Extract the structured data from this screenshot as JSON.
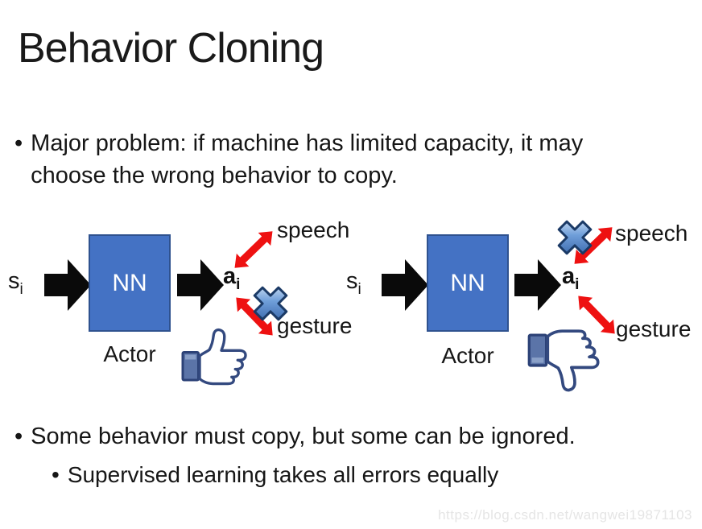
{
  "slide": {
    "title": "Behavior Cloning",
    "bullet_char": "•",
    "bullet1": "Major problem: if machine has limited capacity, it may choose the wrong behavior to copy.",
    "bullet2": "Some behavior must copy, but some can be ignored.",
    "sub_bullet": "Supervised learning takes all errors equally",
    "watermark": "https://blog.csdn.net/wangwei19871103"
  },
  "diagrams": [
    {
      "state": {
        "base": "s",
        "sub": "i"
      },
      "nn_label": "NN",
      "actor_label": "Actor",
      "action": {
        "base": "a",
        "sub": "i"
      },
      "outputs": [
        {
          "label": "speech",
          "crossed": false
        },
        {
          "label": "gesture",
          "crossed": true
        }
      ],
      "verdict": "thumbs-up"
    },
    {
      "state": {
        "base": "s",
        "sub": "i"
      },
      "nn_label": "NN",
      "actor_label": "Actor",
      "action": {
        "base": "a",
        "sub": "i"
      },
      "outputs": [
        {
          "label": "speech",
          "crossed": true
        },
        {
          "label": "gesture",
          "crossed": false
        }
      ],
      "verdict": "thumbs-down"
    }
  ],
  "icons": {
    "block_arrow": "right-block-arrow",
    "double_arrow": "red-double-arrow",
    "cross": "blue-cross-x",
    "thumbs_up": "facebook-like-thumb",
    "thumbs_down": "facebook-dislike-thumb"
  },
  "colors": {
    "nn_box_fill": "#4472C4",
    "nn_box_border": "#2F528F",
    "block_arrow": "#0a0a0a",
    "double_arrow_red": "#ee1111",
    "cross_blue_dark": "#2c5aa0",
    "cross_blue_light": "#e8f1fb",
    "thumb_outline": "#33497F",
    "thumb_sleeve": "#5B74A8",
    "watermark_gray": "#e5e5e5"
  }
}
